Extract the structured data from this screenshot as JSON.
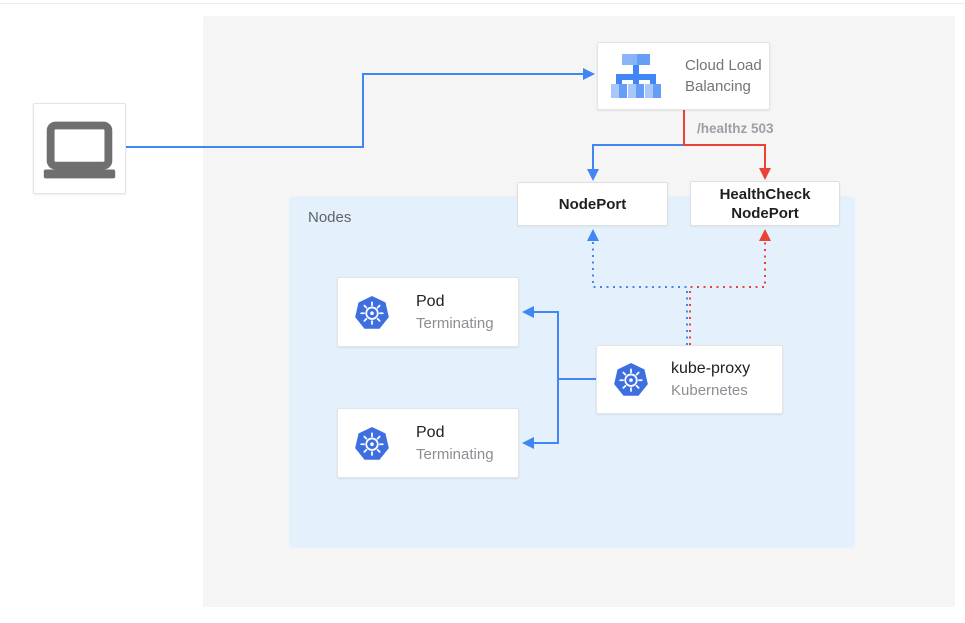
{
  "colors": {
    "blue": "#4285F4",
    "red": "#EA4335",
    "nodes_fill": "#E4F1FC",
    "panel_bg": "#F5F5F5",
    "kubernetes_blue": "#3D6FE0",
    "gray_text": "#757575",
    "dark_text": "#1F1F1F",
    "healthz_text": "#9AA0A6"
  },
  "cloud_lb": {
    "line1": "Cloud Load",
    "line2": "Balancing"
  },
  "healthz_label": "/healthz 503",
  "nodeport": {
    "label": "NodePort"
  },
  "healthcheck_nodeport": {
    "line1": "HealthCheck",
    "line2": "NodePort"
  },
  "nodes_group": {
    "label": "Nodes"
  },
  "pods": [
    {
      "title": "Pod",
      "subtitle": "Terminating"
    },
    {
      "title": "Pod",
      "subtitle": "Terminating"
    }
  ],
  "kube_proxy": {
    "title": "kube-proxy",
    "subtitle": "Kubernetes"
  }
}
